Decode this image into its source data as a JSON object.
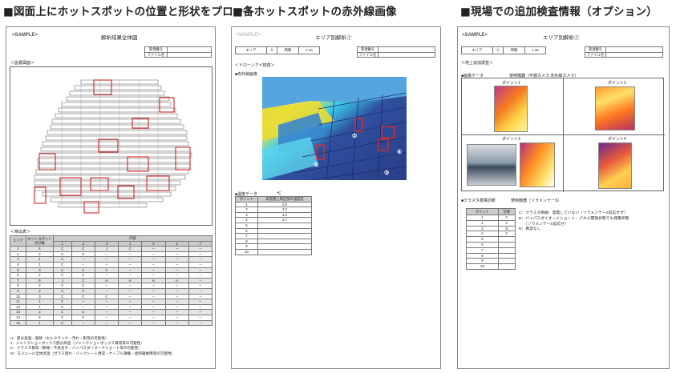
{
  "headers": [
    "■図面上にホットスポットの位置と形状をプロット",
    "■各ホットスポットの赤外線画像",
    "■現場での追加検査情報（オプション）"
  ],
  "doc1": {
    "sample": "<SAMPLE>",
    "title": "解析結果全体図",
    "meta": [
      "管理番号",
      "ファイル名"
    ],
    "drawing_label": "＜設置図面＞",
    "detect_label": "＜検出表＞",
    "th": {
      "area": "エリア",
      "hs": "ホットスポット 合計数",
      "inner": "内容"
    },
    "cols": [
      "1",
      "2",
      "3",
      "4",
      "5",
      "6",
      "7"
    ],
    "rows": [
      [
        "1",
        "4",
        "C",
        "C",
        "J",
        "C",
        "－",
        "－",
        "－"
      ],
      [
        "2",
        "2",
        "C",
        "C",
        "－",
        "－",
        "－",
        "－",
        "－"
      ],
      [
        "3",
        "1",
        "C",
        "－",
        "－",
        "－",
        "－",
        "－",
        "－"
      ],
      [
        "4",
        "1",
        "C",
        "－",
        "－",
        "－",
        "－",
        "－",
        "－"
      ],
      [
        "5",
        "3",
        "C",
        "C",
        "C",
        "－",
        "－",
        "－",
        "－"
      ],
      [
        "6",
        "2",
        "C",
        "C",
        "－",
        "－",
        "－",
        "－",
        "－"
      ],
      [
        "7",
        "6",
        "J",
        "C",
        "H",
        "H",
        "H",
        "H",
        "－"
      ],
      [
        "8",
        "2",
        "C",
        "C",
        "－",
        "－",
        "－",
        "－",
        "－"
      ],
      [
        "9",
        "2",
        "C",
        "C",
        "－",
        "－",
        "－",
        "－",
        "－"
      ],
      [
        "10",
        "3",
        "C",
        "C",
        "C",
        "－",
        "－",
        "－",
        "－"
      ],
      [
        "11",
        "1",
        "C",
        "－",
        "－",
        "－",
        "－",
        "－",
        "－"
      ],
      [
        "12",
        "1",
        "C",
        "－",
        "－",
        "－",
        "－",
        "－",
        "－"
      ],
      [
        "13",
        "2",
        "C",
        "C",
        "－",
        "－",
        "－",
        "－",
        "－"
      ],
      [
        "14",
        "2",
        "C",
        "C",
        "－",
        "－",
        "－",
        "－",
        "－"
      ],
      [
        "15",
        "1",
        "C",
        "－",
        "－",
        "－",
        "－",
        "－",
        "－"
      ]
    ],
    "legend": [
      "H：部分高温・発熱（セルクラック・汚れ・影等の可能性）",
      "J：ジャンクションボックス部分高温（ジャンクションボックス異常等の可能性）",
      "C：クラスタ異常（断線・不具合タ・バイパスダイオードショート等の可能性）",
      "M：モジュール全体高温（ガラス割れ・バックシート異常・ケーブル損傷・接続箱故障等の可能性）"
    ]
  },
  "doc2": {
    "sample": "<SAMPLE>",
    "title": "エリア別解析①",
    "info": [
      "エリア",
      "①",
      "時間",
      "1:10"
    ],
    "meta": [
      "管理番号",
      "ファイル名"
    ],
    "section": "＜ドローンアイ検査＞",
    "ir_label": "■赤外線画像",
    "markers": [
      "①",
      "②",
      "③",
      "④"
    ],
    "temp_label": "■温度データ",
    "unit": "℃",
    "th": [
      "ポイント",
      "高温箇と周辺部の温度差"
    ],
    "rows": [
      [
        "1",
        "2.0"
      ],
      [
        "2",
        "3.2"
      ],
      [
        "3",
        "3.3"
      ],
      [
        "4",
        "2.7"
      ],
      [
        "5",
        ""
      ],
      [
        "6",
        ""
      ],
      [
        "7",
        ""
      ],
      [
        "8",
        ""
      ],
      [
        "9",
        ""
      ],
      [
        "10",
        ""
      ]
    ]
  },
  "doc3": {
    "sample": "<SAMPLE>",
    "title": "エリア別解析①",
    "info": [
      "エリア",
      "①",
      "時間",
      "1:10"
    ],
    "meta": [
      "管理番号",
      "ファイル名"
    ],
    "section": "＜地上追加調査＞",
    "img_label": "■画像データ",
    "device": "使用機器（可視カメラ 赤外線カメラ）",
    "points": [
      "ポイント1",
      "ポイント2",
      "ポイント3",
      "ポイント4"
    ],
    "cluster_label": "■クラスタ故障診断",
    "cluster_dev": "使用機器（ソラメンテーS）",
    "th": [
      "ポイント",
      "診断"
    ],
    "rows": [
      [
        "1",
        "C"
      ],
      [
        "2",
        "C"
      ],
      [
        "3",
        "N"
      ],
      [
        "4",
        "C"
      ],
      [
        "5",
        ""
      ],
      [
        "6",
        ""
      ],
      [
        "7",
        ""
      ],
      [
        "8",
        ""
      ],
      [
        "9",
        ""
      ],
      [
        "10",
        ""
      ]
    ],
    "legend": [
      "C：クラスタ断線：発電していない（ソラメンテーS反応せず）",
      "B：バイパスダイオードショート：パネル開放状態でも発電状態",
      "（ソラメンテーS反応せ）",
      "N：異常なし"
    ]
  }
}
